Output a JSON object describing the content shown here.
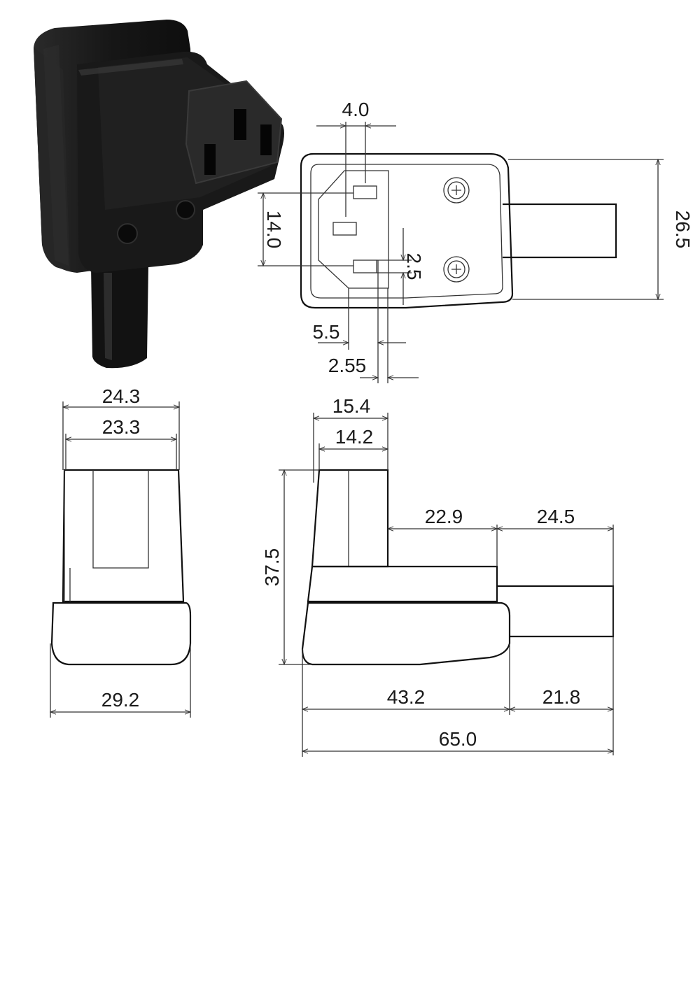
{
  "colors": {
    "line": "#222222",
    "product_body": "#1c1c1c",
    "product_highlight": "#3a3a3a",
    "background": "#ffffff"
  },
  "top_view": {
    "dim_pin_width": "4.0",
    "dim_height_total": "26.5",
    "dim_pin_span": "14.0",
    "dim_pin_small": "2.5",
    "dim_offset_a": "5.5",
    "dim_offset_b": "2.55"
  },
  "front_view": {
    "dim_outer_width": "24.3",
    "dim_inner_width": "23.3",
    "dim_base_width": "29.2"
  },
  "side_view": {
    "dim_top_outer": "15.4",
    "dim_top_inner": "14.2",
    "dim_height": "37.5",
    "dim_mid_body": "22.9",
    "dim_cable_top": "24.5",
    "dim_body_length": "43.2",
    "dim_cable_length": "21.8",
    "dim_total_length": "65.0"
  }
}
